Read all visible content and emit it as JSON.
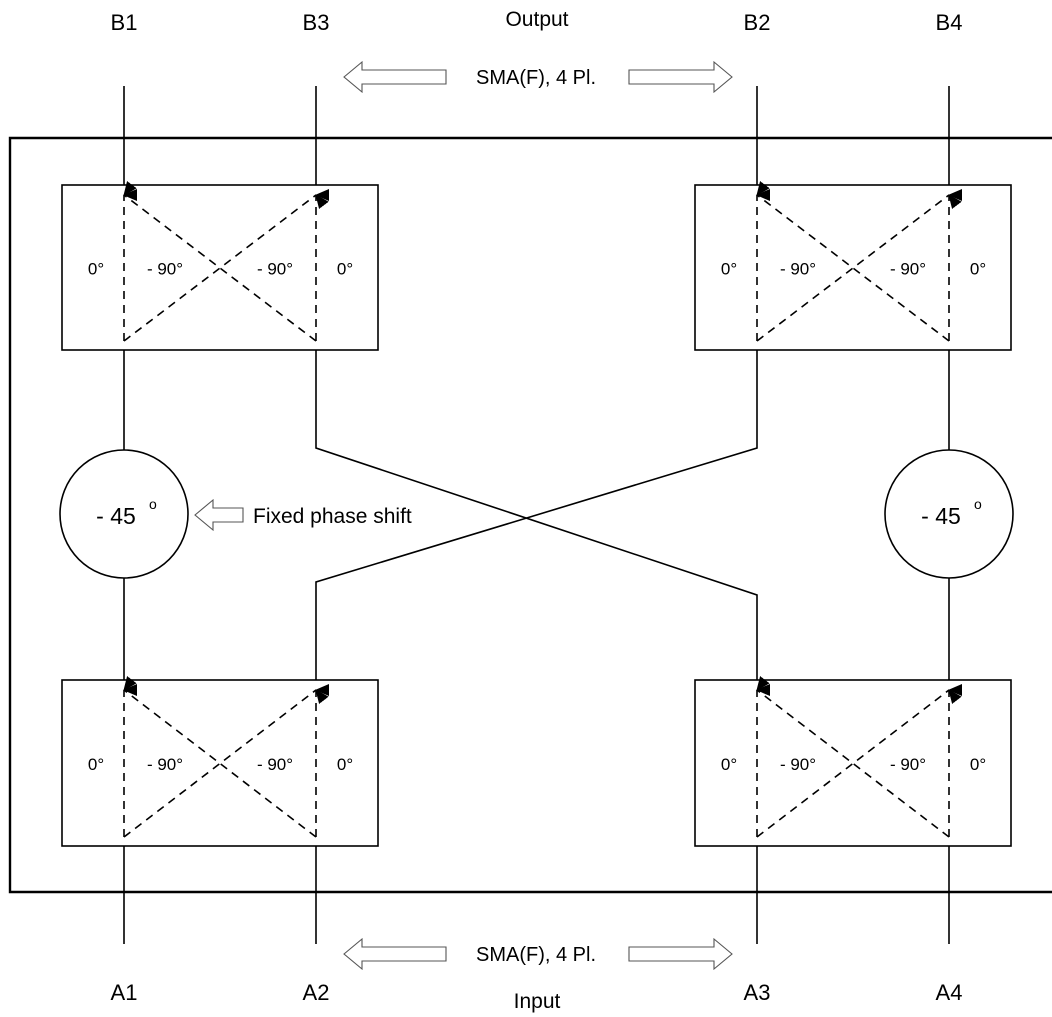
{
  "ports": {
    "output": [
      "B1",
      "B3",
      "B2",
      "B4"
    ],
    "input": [
      "A1",
      "A2",
      "A3",
      "A4"
    ]
  },
  "labels": {
    "output": "Output",
    "input": "Input",
    "connector_top": "SMA(F), 4 Pl.",
    "connector_bottom": "SMA(F), 4 Pl.",
    "fixed_phase": "Fixed phase shift"
  },
  "hybrid": {
    "outer_left": "0°",
    "inner_left": "- 90°",
    "inner_right": "- 90°",
    "outer_right": "0°"
  },
  "phase_shifter": {
    "value": "- 45",
    "unit": "o"
  },
  "colors": {
    "line": "#000000",
    "hollow_arrow_stroke": "#555555",
    "background": "#ffffff"
  }
}
